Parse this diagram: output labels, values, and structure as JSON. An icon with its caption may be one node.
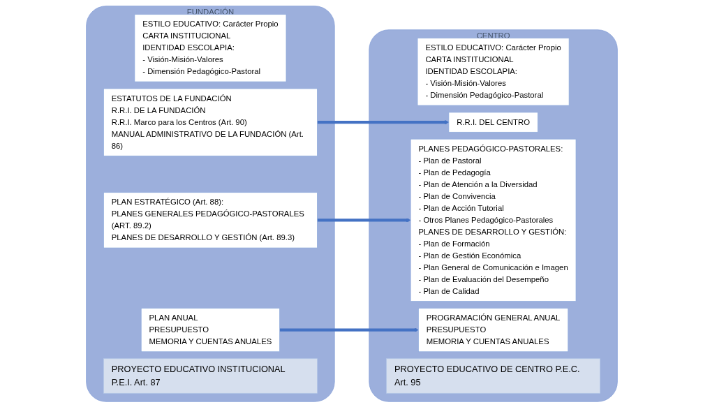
{
  "diagram": {
    "nodes": [
      {
        "text": [
          "FUNDACIÓN"
        ]
      },
      {
        "text": [
          "ESTILO EDUCATIVO: Carácter Propio",
          "CARTA INSTITUCIONAL",
          "IDENTIDAD ESCOLAPIA:",
          "- Visión-Misión-Valores",
          "- Dimensión Pedagógico-Pastoral"
        ],
        "in": 0
      },
      {
        "text": [
          "ESTATUTOS DE LA FUNDACIÓN",
          "R.R.I. DE LA FUNDACIÓN",
          "R.R.I. Marco para los Centros (Art. 90)",
          "MANUAL ADMINISTRATIVO DE LA FUNDACIÓN (Art. 86)"
        ],
        "in": 0
      },
      {
        "text": [
          "PLAN ESTRATÉGICO (Art. 88):",
          "PLANES GENERALES PEDAGÓGICO-PASTORALES (ART. 89.2)",
          "PLANES DE DESARROLLO Y GESTIÓN (Art. 89.3)"
        ],
        "in": 0
      },
      {
        "text": [
          "PLAN ANUAL",
          "PRESUPUESTO",
          "MEMORIA Y CUENTAS ANUALES"
        ],
        "in": 0
      },
      {
        "text": [
          "PROYECTO EDUCATIVO INSTITUCIONAL P.E.I. Art. 87"
        ],
        "in": 0
      },
      {
        "text": [
          "CENTRO"
        ]
      },
      {
        "text": [
          "ESTILO EDUCATIVO: Carácter Propio",
          "CARTA INSTITUCIONAL",
          "IDENTIDAD ESCOLAPIA:",
          "- Visión-Misión-Valores",
          "- Dimensión Pedagógico-Pastoral"
        ],
        "in": 6
      },
      {
        "text": [
          "R.R.I. DEL CENTRO"
        ],
        "in": 6
      },
      {
        "text": [
          "PLANES PEDAGÓGICO-PASTORALES:",
          "- Plan de Pastoral",
          "- Plan de Pedagogía",
          "- Plan de Atención a la Diversidad",
          "- Plan de Convivencia",
          "- Plan de Acción Tutorial",
          "- Otros Planes Pedagógico-Pastorales",
          "PLANES DE DESARROLLO Y GESTIÓN:",
          "- Plan de Formación",
          "- Plan de Gestión Económica",
          "- Plan General de Comunicación e Imagen",
          "- Plan de Evaluación del Desempeño",
          "- Plan de Calidad"
        ],
        "in": 6
      },
      {
        "text": [
          "PROGRAMACIÓN GENERAL ANUAL",
          "PRESUPUESTO",
          "MEMORIA Y CUENTAS ANUALES"
        ],
        "in": 6
      },
      {
        "text": [
          "PROYECTO EDUCATIVO DE CENTRO P.E.C. Art. 95"
        ],
        "in": 6
      }
    ],
    "edges": [
      {
        "from": 2,
        "to": 8,
        "arrow": "to"
      },
      {
        "from": 3,
        "to": 9,
        "arrow": "to"
      },
      {
        "from": 4,
        "to": 10,
        "arrow": "to"
      }
    ]
  }
}
